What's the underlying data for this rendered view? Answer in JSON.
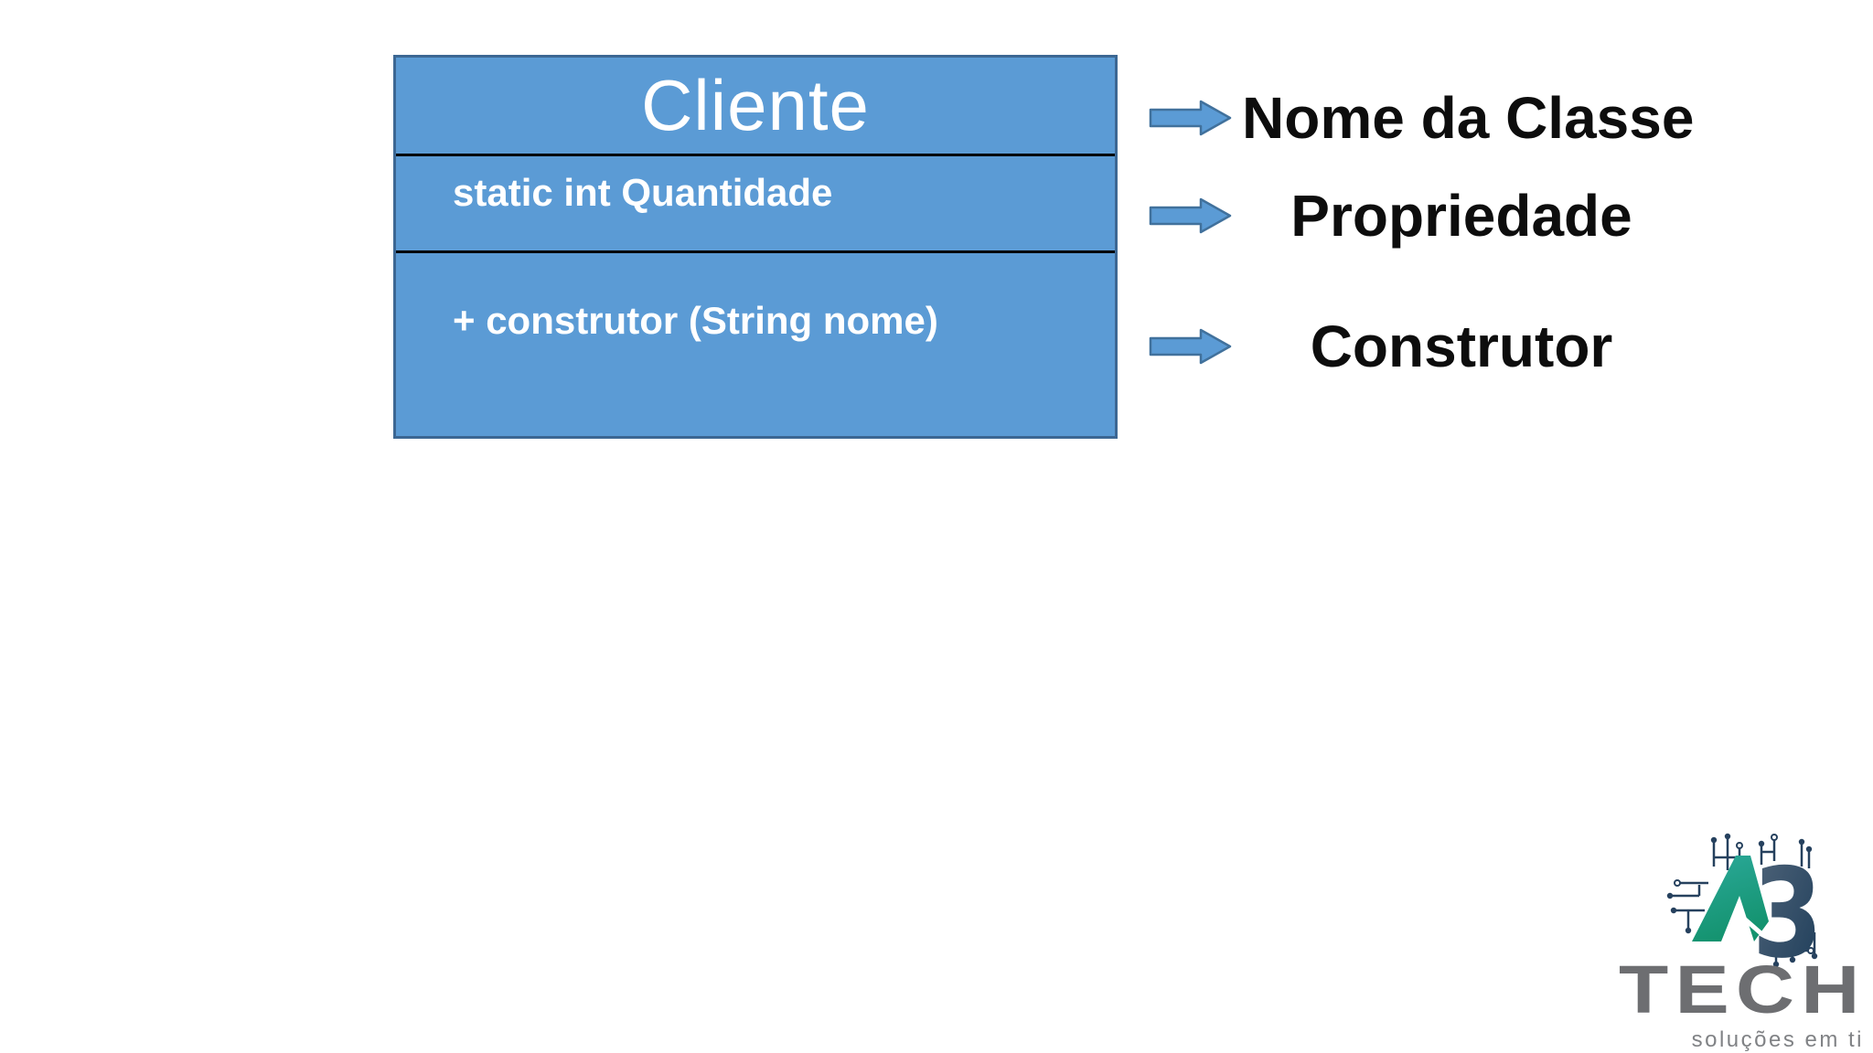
{
  "slide": {
    "background": "#ffffff"
  },
  "uml_class": {
    "name": "Cliente",
    "property": "static int Quantidade",
    "constructor": "+ construtor (String nome)"
  },
  "annotations": [
    {
      "label": "Nome da Classe"
    },
    {
      "label": "Propriedade"
    },
    {
      "label": "Construtor"
    }
  ],
  "logo": {
    "monogram": "A3",
    "monogram_digit": "3",
    "name": "TECH",
    "tagline": "soluções em ti"
  },
  "colors": {
    "box_fill": "#5b9bd5",
    "box_border": "#3c6793",
    "divider": "#000000",
    "box_text": "#ffffff",
    "arrow_fill": "#5b9bd5",
    "arrow_border": "#41719c",
    "label_text": "#0d0d0d",
    "logo_gray": "#6d6e71",
    "tagline_gray": "#808285",
    "circuit_navy": "#26415e",
    "logo_teal": "#2aa08d",
    "logo_slate": "#3a5268"
  }
}
